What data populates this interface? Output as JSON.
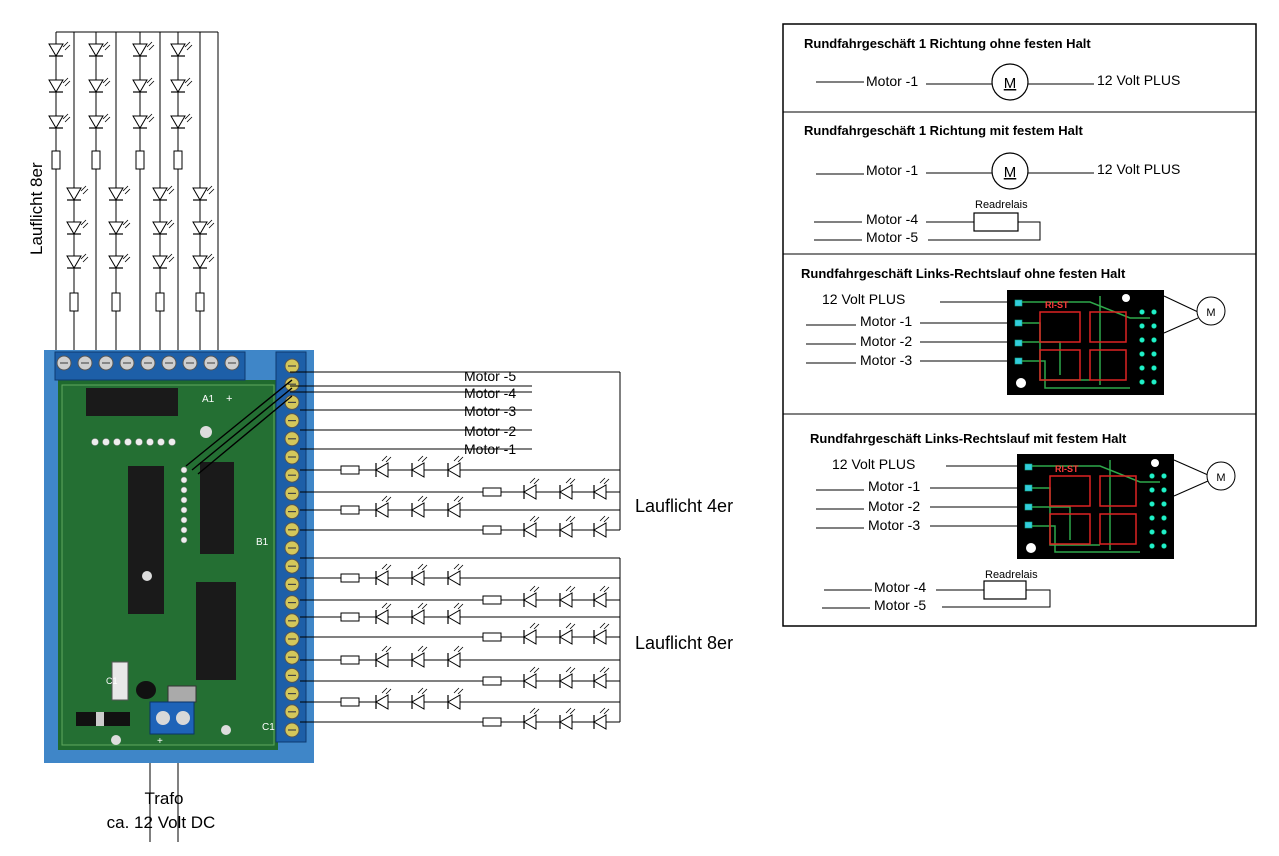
{
  "left": {
    "vertical_label": "Lauflicht 8er",
    "motor_labels": [
      "Motor -5",
      "Motor -4",
      "Motor -3",
      "Motor -2",
      "Motor -1"
    ],
    "lauflicht_4er": "Lauflicht 4er",
    "lauflicht_8er": "Lauflicht 8er",
    "trafo": "Trafo",
    "trafo_voltage": "ca. 12 Volt DC",
    "pcb_labels": [
      "A1",
      "+",
      "B1",
      "C1",
      "C1",
      "+"
    ]
  },
  "right": {
    "panels": [
      {
        "title": "Rundfahrgeschäft 1 Richtung ohne festen Halt",
        "motor_left": "Motor -1",
        "motor_right": "12 Volt PLUS",
        "motor_symbol": "M"
      },
      {
        "title": "Rundfahrgeschäft 1 Richtung mit festem Halt",
        "motor_left": "Motor -1",
        "motor_right": "12 Volt PLUS",
        "motor_symbol": "M",
        "relay_label": "Readrelais",
        "relay_inputs": [
          "Motor -4",
          "Motor -5"
        ]
      },
      {
        "title": "Rundfahrgeschäft Links-Rechtslauf ohne festen Halt",
        "inputs": [
          "12 Volt PLUS",
          "Motor -1",
          "Motor -2",
          "Motor -3"
        ],
        "board_label": "RI-ST",
        "motor_symbol": "M"
      },
      {
        "title": "Rundfahrgeschäft Links-Rechtslauf mit festem Halt",
        "inputs": [
          "12 Volt PLUS",
          "Motor -1",
          "Motor -2",
          "Motor -3"
        ],
        "board_label": "RI-ST",
        "motor_symbol": "M",
        "relay_label": "Readrelais",
        "relay_inputs": [
          "Motor -4",
          "Motor -5"
        ]
      }
    ]
  }
}
